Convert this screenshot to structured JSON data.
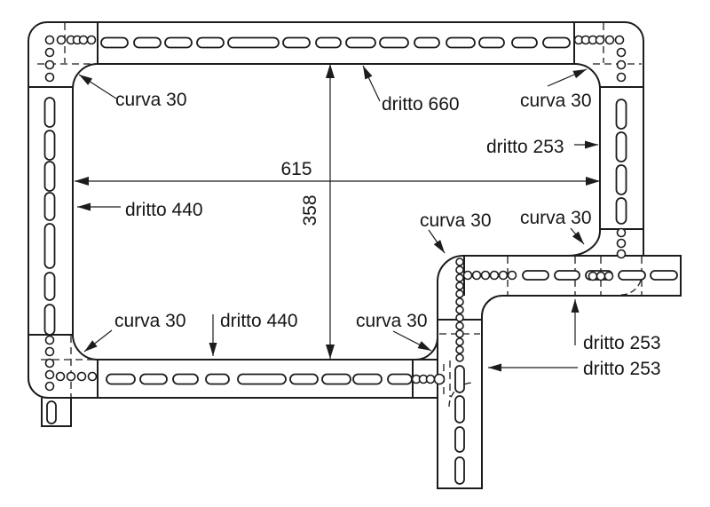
{
  "drawing": {
    "background": "#ffffff",
    "line_color": "#1c1c1c",
    "annotations": {
      "curva_top_left": "curva 30",
      "dritto_top": "dritto 660",
      "curva_top_right": "curva 30",
      "dritto_right": "dritto 253",
      "dritto_left": "dritto 440",
      "curva_branch_top_left": "curva 30",
      "curva_branch_top_right": "curva 30",
      "curva_bottom_left": "curva 30",
      "dritto_bottom": "dritto 440",
      "curva_branch_bottom_left": "curva 30",
      "dritto_branch_horizontal": "dritto 253",
      "dritto_branch_vertical": "dritto 253"
    },
    "dimensions": {
      "width": "615",
      "height": "358"
    }
  }
}
